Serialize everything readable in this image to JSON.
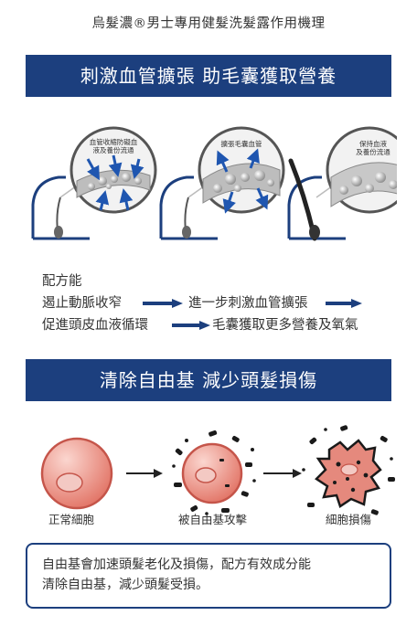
{
  "page": {
    "title": "烏髮濃®男士專用健髮洗髮露作用機理"
  },
  "section1": {
    "banner": "刺激血管擴張  助毛囊獲取營養",
    "callouts": [
      {
        "label_line1": "血管收縮防礙血",
        "label_line2": "液及養份流通"
      },
      {
        "label_line1": "擴張毛囊血管",
        "label_line2": ""
      },
      {
        "label_line1": "保持血液",
        "label_line2": "及養份流通"
      }
    ],
    "benefits": {
      "heading": "配方能",
      "row1_left": "遏止動脈收窄",
      "row1_right": "進一步刺激血管擴張",
      "row2_left": "促進頭皮血液循環",
      "row2_right": "毛囊獲取更多營養及氧氣"
    }
  },
  "section2": {
    "banner": "清除自由基  減少頭髮損傷",
    "cells": [
      {
        "label": "正常細胞"
      },
      {
        "label": "被自由基攻擊"
      },
      {
        "label": "細胞損傷"
      }
    ],
    "note_line1": "自由基會加速頭髮老化及損傷，配方有效成分能",
    "note_line2": "清除自由基，減少頭髮受損。"
  },
  "colors": {
    "brand_navy": "#1c3f7e",
    "vessel_arrow": "#1f56b0",
    "cell_pink": "#e7877c",
    "cell_damage": "#1a1a1a"
  }
}
